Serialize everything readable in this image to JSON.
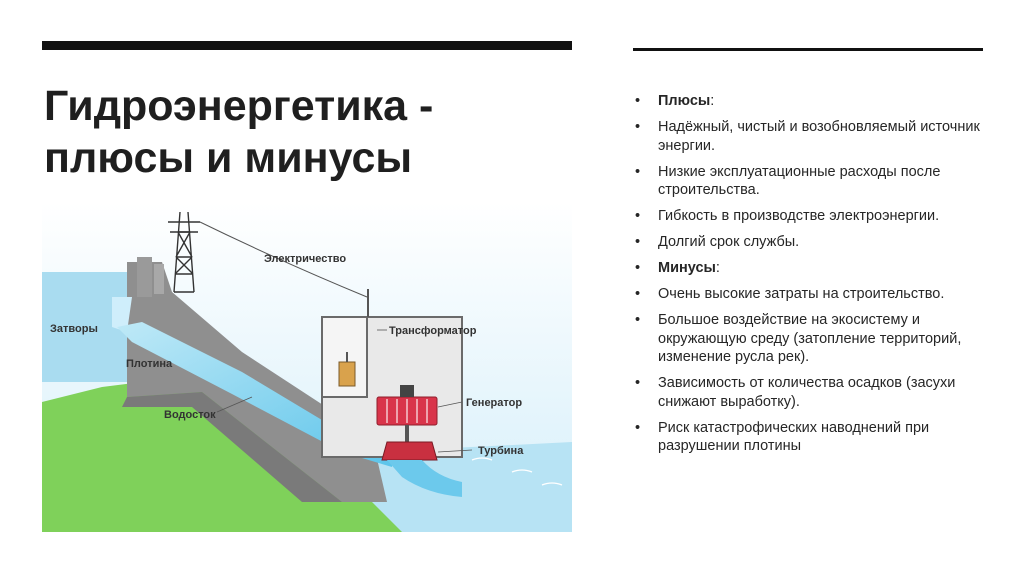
{
  "slide": {
    "title_line1": "Гидроэнергетика -",
    "title_line2": "плюсы и минусы"
  },
  "list": {
    "items": [
      {
        "bullet": "•",
        "text": "Плюсы",
        "suffix": ":",
        "strong": true
      },
      {
        "bullet": "•",
        "text": "Надёжный, чистый и возобновляемый источник энергии.",
        "suffix": "",
        "strong": false
      },
      {
        "bullet": "•",
        "text": "Низкие эксплуатационные расходы после строительства.",
        "suffix": "",
        "strong": false
      },
      {
        "bullet": "•",
        "text": "Гибкость в производстве электроэнергии.",
        "suffix": "",
        "strong": false
      },
      {
        "bullet": "•",
        "text": "Долгий срок службы.",
        "suffix": "",
        "strong": false
      },
      {
        "bullet": "•",
        "text": "Минусы",
        "suffix": ":",
        "strong": true
      },
      {
        "bullet": "•",
        "text": "Очень высокие затраты на строительство.",
        "suffix": "",
        "strong": false
      },
      {
        "bullet": "•",
        "text": "Большое воздействие на экосистему и окружающую среду (затопление территорий, изменение русла рек).",
        "suffix": "",
        "strong": false
      },
      {
        "bullet": "•",
        "text": "Зависимость от количества осадков (засухи снижают выработку).",
        "suffix": "",
        "strong": false
      },
      {
        "bullet": "•",
        "text": "Риск катастрофических наводнений при разрушении плотины",
        "suffix": "",
        "strong": false
      }
    ]
  },
  "diagram": {
    "labels": {
      "electricity": "Электричество",
      "gates": "Затворы",
      "dam": "Плотина",
      "transformer": "Трансформатор",
      "generator": "Генератор",
      "penstock": "Водосток",
      "turbine": "Турбина"
    },
    "colors": {
      "sky": "#dff3fb",
      "water": "#a9dcf0",
      "grass": "#7fd15a",
      "concrete": "#8f8f8f",
      "generator": "#d9344a"
    }
  }
}
